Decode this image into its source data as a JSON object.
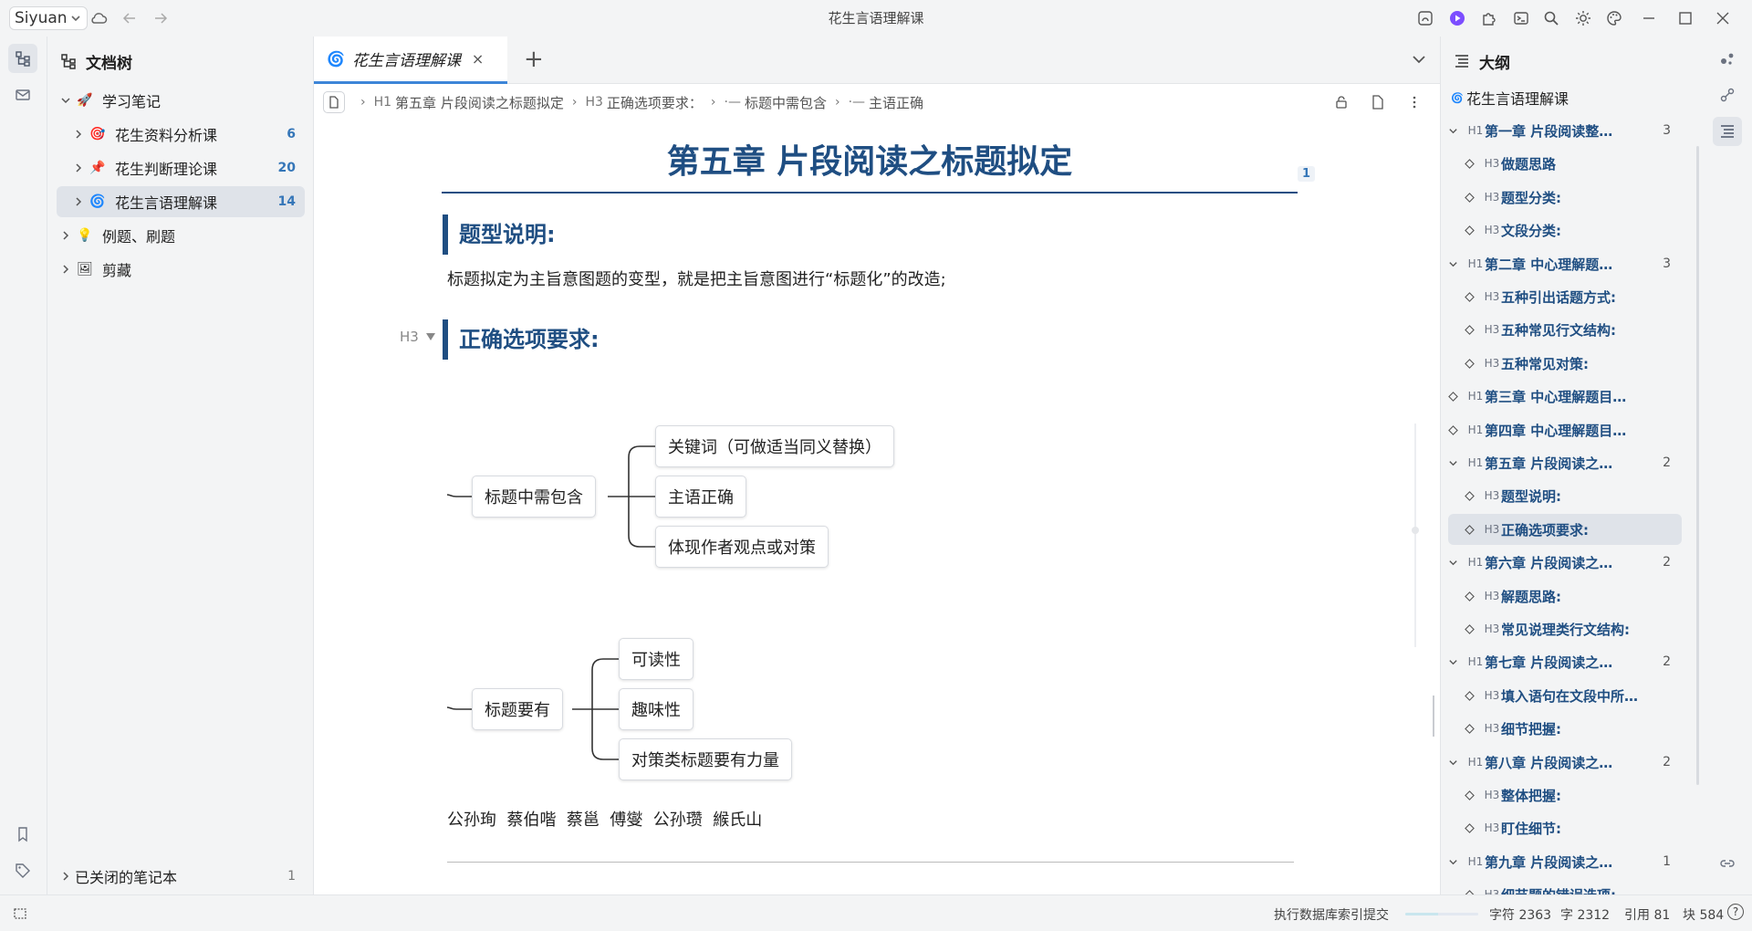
{
  "app": {
    "workspace": "Siyuan",
    "title": "花生言语理解课"
  },
  "filetree": {
    "title": "文档树",
    "items": [
      {
        "label": "学习笔记",
        "emoji": "🚀",
        "count": ""
      },
      {
        "label": "花生资料分析课",
        "emoji": "🎯",
        "count": "6"
      },
      {
        "label": "花生判断理论课",
        "emoji": "📌",
        "count": "20"
      },
      {
        "label": "花生言语理解课",
        "emoji": "🌀",
        "count": "14"
      },
      {
        "label": "例题、刷题",
        "emoji": "💡",
        "count": ""
      },
      {
        "label": "剪藏",
        "emoji": "🖼",
        "count": ""
      }
    ],
    "closed": {
      "label": "已关闭的笔记本",
      "count": "1"
    }
  },
  "tab": {
    "label": "花生言语理解课",
    "close": "×",
    "add": "+"
  },
  "breadcrumb": [
    {
      "tag": "H1",
      "text": "第五章 片段阅读之标题拟定"
    },
    {
      "tag": "H3",
      "text": "正确选项要求："
    },
    {
      "tag": "·—",
      "text": "标题中需包含"
    },
    {
      "tag": "·—",
      "text": "主语正确"
    }
  ],
  "doc": {
    "page_badge": "1",
    "title": "第五章 片段阅读之标题拟定",
    "h3_1": "题型说明:",
    "para1": "标题拟定为主旨意图题的变型，就是把主旨意图进行“标题化”的改造;",
    "h3_gutter": "H3",
    "h3_2": "正确选项要求:",
    "mindmap1": {
      "root": "标题中需包含",
      "children": [
        "关键词（可做适当同义替换）",
        "主语正确",
        "体现作者观点或对策"
      ]
    },
    "mindmap2": {
      "root": "标题要有",
      "children": [
        "可读性",
        "趣味性",
        "对策类标题要有力量"
      ]
    },
    "names": "公孙珣  蔡伯喈  蔡邕  傅燮  公孙瓒  緱氏山"
  },
  "outline": {
    "title": "大纲",
    "root": "花生言语理解课",
    "items": [
      {
        "level": "H1",
        "text": "第一章 片段阅读整…",
        "count": "3",
        "toggle": "open"
      },
      {
        "level": "H3",
        "text": "做题思路"
      },
      {
        "level": "H3",
        "text": "题型分类:"
      },
      {
        "level": "H3",
        "text": "文段分类:"
      },
      {
        "level": "H1",
        "text": "第二章 中心理解题…",
        "count": "3",
        "toggle": "open"
      },
      {
        "level": "H3",
        "text": "五种引出话题方式:"
      },
      {
        "level": "H3",
        "text": "五种常见行文结构:"
      },
      {
        "level": "H3",
        "text": "五种常见对策:"
      },
      {
        "level": "H1",
        "text": "第三章 中心理解题目…",
        "count": "",
        "toggle": "none"
      },
      {
        "level": "H1",
        "text": "第四章 中心理解题目…",
        "count": "",
        "toggle": "none"
      },
      {
        "level": "H1",
        "text": "第五章 片段阅读之…",
        "count": "2",
        "toggle": "open"
      },
      {
        "level": "H3",
        "text": "题型说明:"
      },
      {
        "level": "H3",
        "text": "正确选项要求:",
        "active": true
      },
      {
        "level": "H1",
        "text": "第六章 片段阅读之…",
        "count": "2",
        "toggle": "open"
      },
      {
        "level": "H3",
        "text": "解题思路:"
      },
      {
        "level": "H3",
        "text": "常见说理类行文结构:"
      },
      {
        "level": "H1",
        "text": "第七章 片段阅读之…",
        "count": "2",
        "toggle": "open"
      },
      {
        "level": "H3",
        "text": "填入语句在文段中所…"
      },
      {
        "level": "H3",
        "text": "细节把握:"
      },
      {
        "level": "H1",
        "text": "第八章 片段阅读之…",
        "count": "2",
        "toggle": "open"
      },
      {
        "level": "H3",
        "text": "整体把握:"
      },
      {
        "level": "H3",
        "text": "盯住细节:"
      },
      {
        "level": "H1",
        "text": "第九章 片段阅读之…",
        "count": "1",
        "toggle": "open"
      },
      {
        "level": "H3",
        "text": "细节题的错误选项:"
      }
    ]
  },
  "status": {
    "task": "执行数据库索引提交",
    "chars": "字符 2363",
    "words": "字 2312",
    "refs": "引用 81",
    "blocks": "块 584",
    "help": "?"
  }
}
